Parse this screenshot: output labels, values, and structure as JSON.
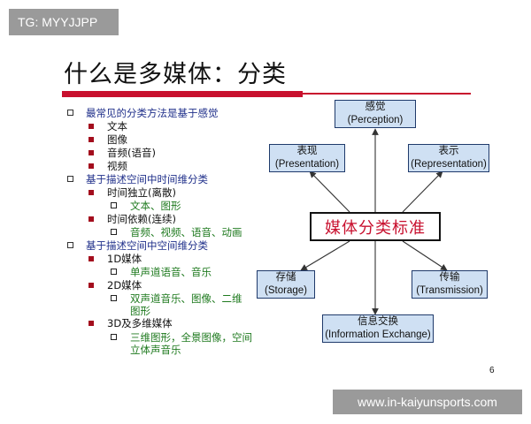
{
  "tag": "TG: MYYJJPP",
  "title": "什么是多媒体：分类",
  "bullets": {
    "perception": {
      "text": "最常见的分类方法是基于感觉",
      "items": [
        "文本",
        "图像",
        "音频(语音)",
        "视频"
      ]
    },
    "time": {
      "text": "基于描述空间中时间维分类",
      "groups": [
        {
          "label": "时间独立(离散)",
          "detail": [
            "文本、图形"
          ]
        },
        {
          "label": "时间依赖(连续)",
          "detail": [
            "音频、视频、语音、动画"
          ]
        }
      ]
    },
    "space": {
      "text": "基于描述空间中空间维分类",
      "groups": [
        {
          "label": "1D媒体",
          "detail": [
            "单声道语音、音乐"
          ]
        },
        {
          "label": "2D媒体",
          "detail": [
            "双声道音乐、图像、二维",
            "图形"
          ]
        },
        {
          "label": "3D及多维媒体",
          "detail": [
            "三维图形，全景图像，空间",
            "立体声音乐"
          ]
        }
      ]
    }
  },
  "diagram": {
    "center": "媒体分类标准",
    "perception": {
      "cn": "感觉",
      "en": "(Perception)"
    },
    "presentation": {
      "cn": "表现",
      "en": "(Presentation)"
    },
    "representation": {
      "cn": "表示",
      "en": "(Representation)"
    },
    "storage": {
      "cn": "存储",
      "en": "(Storage)"
    },
    "transmission": {
      "cn": "传输",
      "en": "(Transmission)"
    },
    "exchange": {
      "cn": "信息交换",
      "en": "(Information Exchange)"
    }
  },
  "page_number": "6",
  "watermark": "www.in-kaiyunsports.com",
  "colors": {
    "accent_red": "#c8102e",
    "bullet_blue": "#1f2f8a",
    "detail_green": "#1f7a1f",
    "box_fill": "#cfe0f3"
  }
}
